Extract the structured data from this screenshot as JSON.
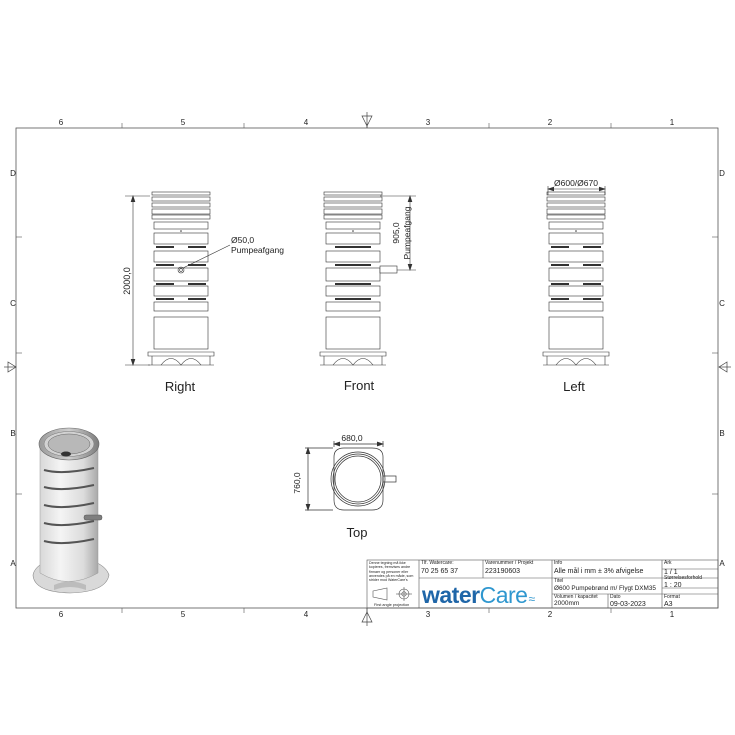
{
  "sheet": {
    "column_labels": [
      "6",
      "5",
      "4",
      "3",
      "2",
      "1"
    ],
    "row_labels": [
      "D",
      "C",
      "B",
      "A"
    ]
  },
  "views": {
    "right": {
      "label": "Right"
    },
    "front": {
      "label": "Front"
    },
    "left": {
      "label": "Left"
    },
    "top": {
      "label": "Top"
    }
  },
  "dimensions": {
    "height_total": "2000,0",
    "outlet_diameter": "Ø50,0",
    "outlet_label": "Pumpeafgang",
    "outlet_height": "905,0",
    "outlet_height_label": "Pumpeafgang",
    "riser_diameter": "Ø600/Ø670",
    "top_width": "680,0",
    "top_depth": "760,0"
  },
  "title_block": {
    "disclaimer": "Denne tegning må ikke kopieres, fremvises andre firmaer og personer eller anvendes på en måde, som strider mod WaterCare's interesser.",
    "projection": "First angle projection",
    "phone_label": "Tlf. Watercare:",
    "phone": "70 25 65 37",
    "item_label": "Varenummer / Projekt",
    "item": "223190603",
    "info_label": "Info",
    "info": "Alle mål i mm ± 3% afvigelse",
    "sheet_label": "Ark",
    "sheet_value": "1  /  1",
    "title_label": "Titel",
    "title": "Ø600 Pumpebrønd m/ Flygt DXM35",
    "scale_label": "Størrelsesforhold",
    "scale": "1 : 20",
    "volume_label": "Volumen / kapacitet",
    "volume": "2000mm",
    "date_label": "Dato",
    "date": "09-03-2023",
    "format_label": "Format",
    "format": "A3",
    "brand_a": "water",
    "brand_b": "Care"
  },
  "colors": {
    "line": "#333333",
    "brand_dark": "#1f66a8",
    "brand_light": "#2f97cf"
  }
}
